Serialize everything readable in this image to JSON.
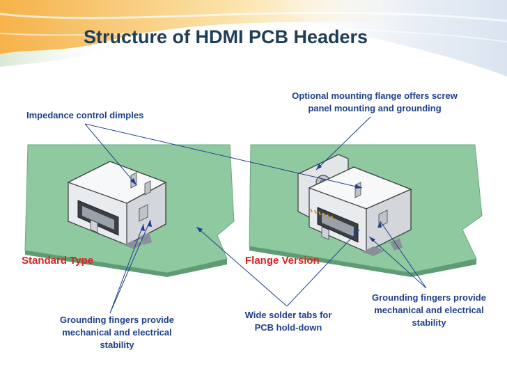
{
  "slide": {
    "title": "Structure of HDMI PCB Headers"
  },
  "labels": {
    "impedance": "Impedance control dimples",
    "flange_line1": "Optional mounting flange offers screw",
    "flange_line2": "panel mounting and grounding",
    "standard_type": "Standard Type",
    "flange_version": "Flange Version",
    "grounding_left_line1": "Grounding fingers provide",
    "grounding_left_line2": "mechanical and electrical",
    "grounding_left_line3": "stability",
    "solder_line1": "Wide solder tabs for",
    "solder_line2": "PCB hold-down",
    "grounding_right_line1": "Grounding fingers provide",
    "grounding_right_line2": "mechanical and electrical",
    "grounding_right_line3": "stability"
  },
  "colors": {
    "title": "#1f3d56",
    "annotation": "#1f3f8c",
    "type_label": "#d8231f",
    "pcb_green": "#8ec9a0",
    "leader_line": "#1f3f8c"
  }
}
